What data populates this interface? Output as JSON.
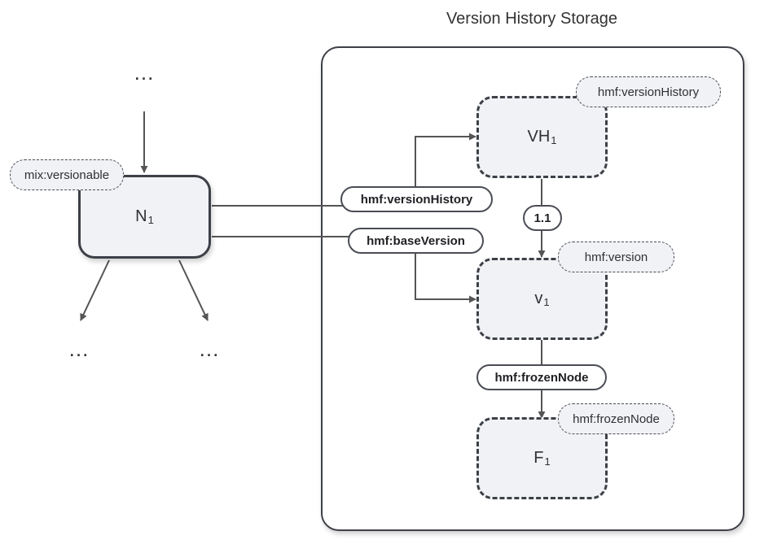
{
  "title": "Version History Storage",
  "nodes": {
    "n1": {
      "main": "N",
      "sub": "1",
      "type": "mix:versionable"
    },
    "vh1": {
      "main": "VH",
      "sub": "1",
      "type": "hmf:versionHistory"
    },
    "v1": {
      "main": "v",
      "sub": "1",
      "type": "hmf:version"
    },
    "f1": {
      "main": "F",
      "sub": "1",
      "type": "hmf:frozenNode"
    }
  },
  "edges": {
    "version_history": "hmf:versionHistory",
    "base_version": "hmf:baseVersion",
    "version_number": "1.1",
    "frozen_node": "hmf:frozenNode"
  },
  "ellipses": {
    "top": "…",
    "bottom_left": "…",
    "bottom_right": "…"
  },
  "colors": {
    "stroke": "#3d4047",
    "node_fill": "#f1f2f5",
    "connector": "#555555"
  }
}
